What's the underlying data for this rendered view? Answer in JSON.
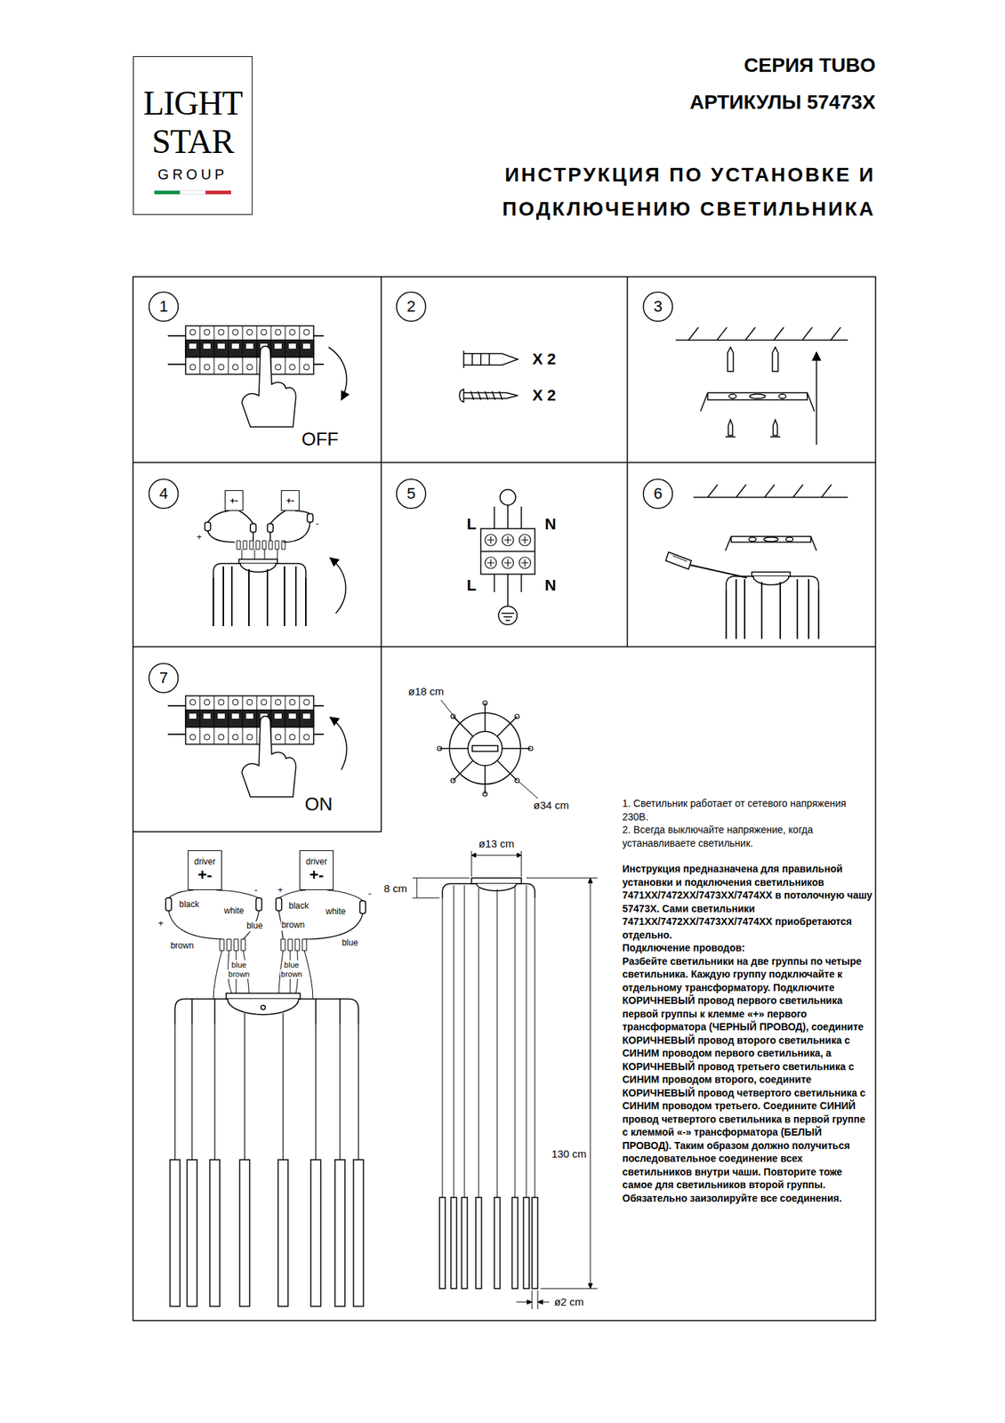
{
  "diagram": {
    "title": "ИНСТРУКЦИЯ ПО УСТАНОВКЕ И ПОДКЛЮЧЕНИЮ СВЕТИЛЬНИКА",
    "nodes": [
      {
        "text": [
          "LIGHT STAR",
          "GROUP"
        ]
      },
      {
        "text": [
          "1"
        ]
      },
      {
        "text": [
          "2"
        ]
      },
      {
        "text": [
          "3"
        ]
      },
      {
        "text": [
          "4"
        ]
      },
      {
        "text": [
          "+-"
        ]
      },
      {
        "text": [
          "+-"
        ]
      },
      {
        "text": [
          "5"
        ]
      },
      {
        "text": [
          "6"
        ]
      },
      {
        "text": [
          "7"
        ]
      },
      {
        "text": [
          "driver",
          "+-"
        ]
      },
      {
        "text": [
          "driver",
          "+-"
        ]
      }
    ],
    "labels": [
      "СЕРИЯ TUBO",
      "АРТИКУЛЫ 57473X",
      "OFF",
      "+",
      "-",
      "X 2",
      "X 2",
      "L",
      "N",
      "L",
      "N",
      "ON",
      "ø18 cm",
      "ø34 cm",
      "ø13 cm",
      "8 cm",
      "130 cm",
      "ø2 cm",
      "black",
      "white",
      "-",
      "+",
      "black",
      "white",
      "-",
      "+",
      "blue",
      "brown",
      "blue",
      "brown",
      "blue",
      "brown",
      "blue",
      "brown",
      "1. Светильник работает от сетевого напряжения 230В.",
      "2. Всегда выключайте напряжение, когда устанавливаете светильник.",
      "Инструкция предназначена для правильной установки и подключения светильников 7471XX/7472XX/7473XX/7474XX в потолочную чашу 57473X. Сами светильники 7471XX/7472XX/7473XX/7474XX приобретаются отдельно.",
      "Подключение проводов:",
      "Разбейте светильники на две группы по четыре светильника. Каждую группу подключайте к отдельному трансформатору. Подключите КОРИЧНЕВЫЙ провод первого светильника первой группы к клемме «+» первого трансформатора (ЧЕРНЫЙ ПРОВОД), соедините КОРИЧНЕВЫЙ провод второго светильника с СИНИМ проводом первого светильника, а КОРИЧНЕВЫЙ провод третьего светильника с СИНИМ проводом второго, соедините КОРИЧНЕВЫЙ провод четвертого светильника с СИНИМ проводом третьего. Соедините СИНИЙ провод четвертого светильника в первой группе с клеммой «-» трансформатора (БЕЛЫЙ ПРОВОД). Таким образом должно получиться последовательное соединение всех светильников внутри чаши. Повторите тоже самое для светильников второй группы. Обязательно заизолируйте все соединения."
    ]
  }
}
